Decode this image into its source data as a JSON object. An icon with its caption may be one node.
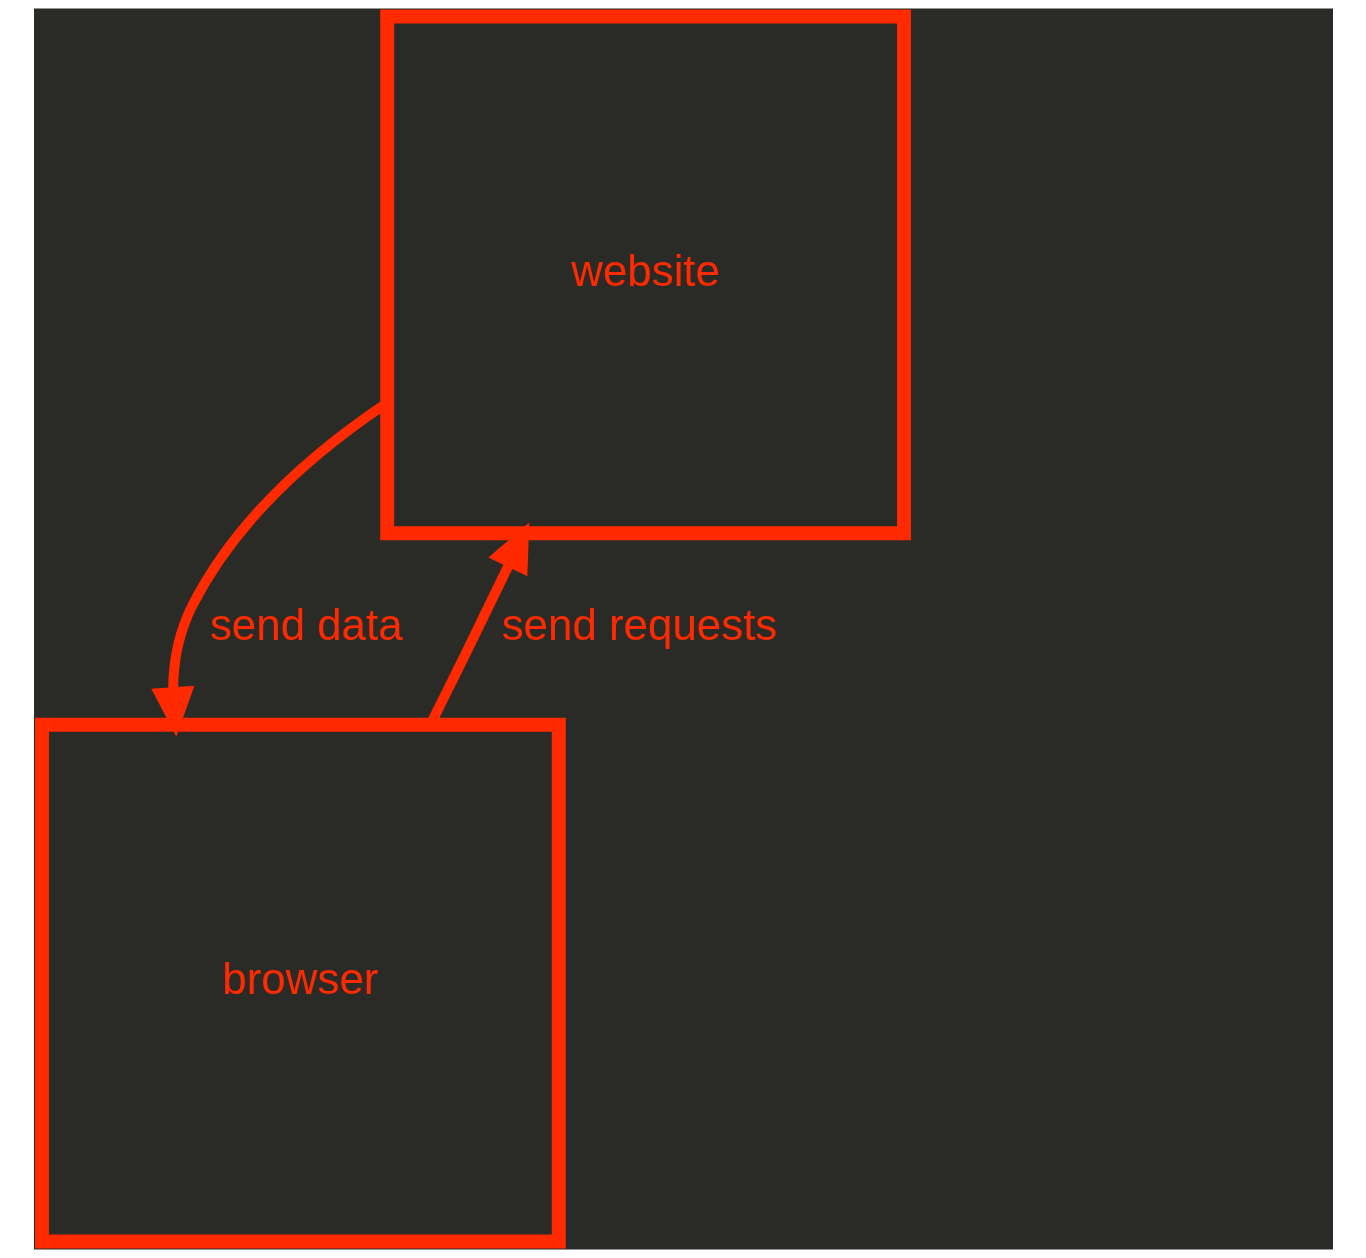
{
  "diagram": {
    "nodes": [
      {
        "text": [
          "website"
        ]
      },
      {
        "text": [
          "browser"
        ]
      }
    ],
    "edges": [
      {
        "from": 0,
        "to": 1,
        "arrow": "to",
        "label": "send data"
      },
      {
        "from": 1,
        "to": 0,
        "arrow": "to",
        "label": "send requests"
      }
    ]
  }
}
